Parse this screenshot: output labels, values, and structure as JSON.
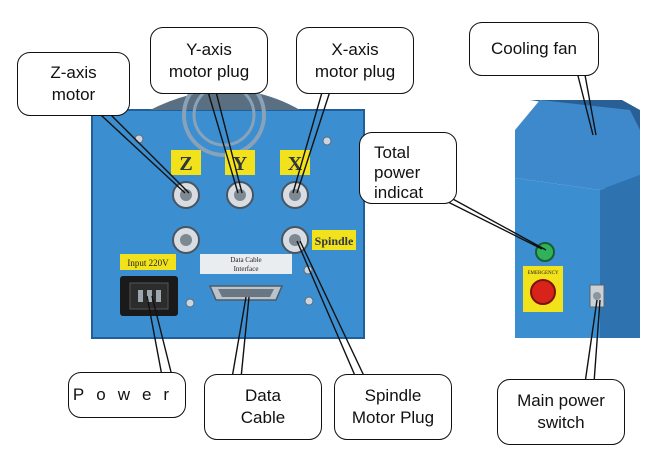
{
  "callouts": {
    "z_axis_motor": "Z-axis\nmotor",
    "y_axis_motor_plug": "Y-axis\nmotor plug",
    "x_axis_motor_plug": "X-axis\nmotor plug",
    "cooling_fan": "Cooling fan",
    "total_power_indicator": "Total\npower\nindicat",
    "power": "Power",
    "data_cable": "Data\nCable",
    "spindle_motor_plug": "Spindle\nMotor Plug",
    "main_power_switch": "Main power\nswitch"
  },
  "panel": {
    "axis_labels": [
      "Z",
      "Y",
      "X"
    ],
    "spindle_label": "Spindle",
    "input_label": "Input 220V",
    "data_cable_label_line1": "Data Cable",
    "data_cable_label_line2": "Interface",
    "emergency_label": "EMERGENCY"
  },
  "colors": {
    "panel_blue": "#3b8fd0",
    "panel_edge": "#1f5f9a",
    "label_yellow": "#f2e21c",
    "box_border": "#111111",
    "indicator_green": "#2fb25a",
    "estop_red": "#d8231b"
  }
}
